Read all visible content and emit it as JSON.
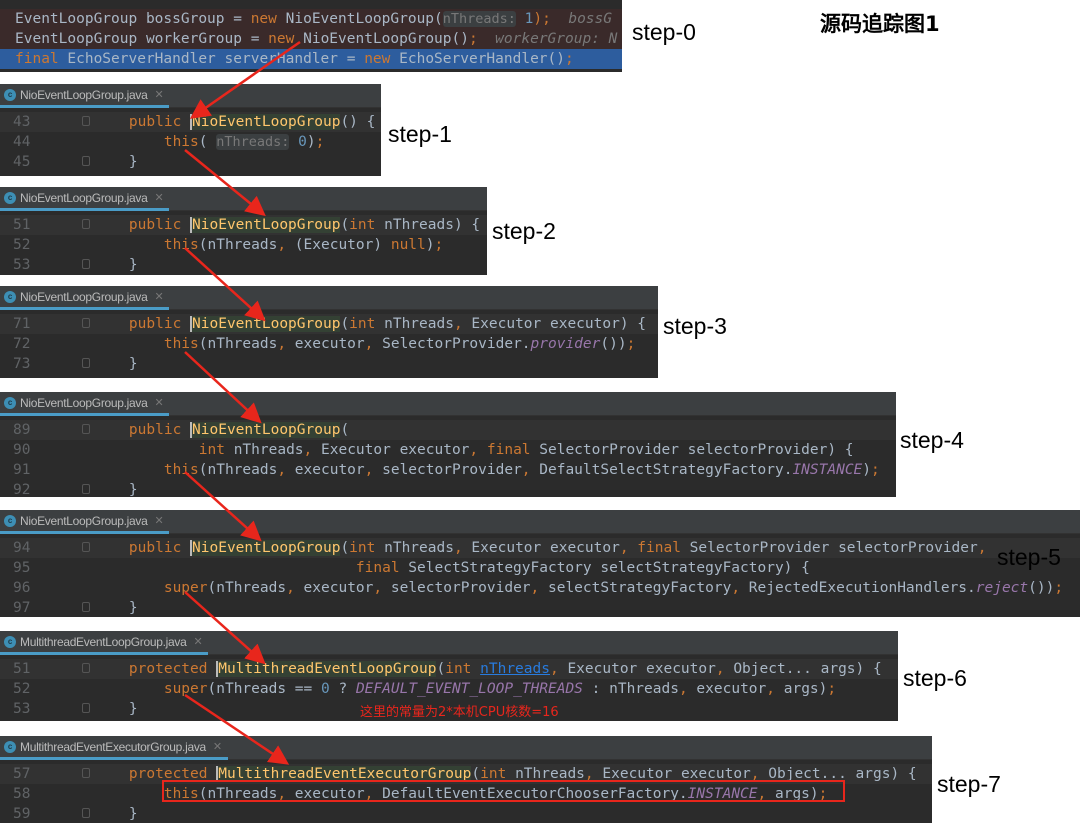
{
  "title": "源码追踪图1",
  "note": "这里的常量为2*本机CPU核数=16",
  "steps": [
    "step-0",
    "step-1",
    "step-2",
    "step-3",
    "step-4",
    "step-5",
    "step-6",
    "step-7"
  ],
  "colors": {
    "arrow": "#e8261c",
    "editor_bg": "#2b2b2b",
    "selection": "#2d5d9e"
  },
  "panels": [
    {
      "file": null,
      "lines": [
        {
          "num": "",
          "tokens": [
            [
              "id",
              "EventLoopGroup bossGroup = "
            ],
            [
              "kw",
              "new"
            ],
            [
              "id",
              " NioEventLoopGroup("
            ],
            [
              "hint",
              "nThreads:"
            ],
            [
              "num",
              " 1"
            ],
            [
              "kw",
              ");"
            ],
            [
              "inl",
              "  bossG"
            ]
          ]
        },
        {
          "num": "",
          "tokens": [
            [
              "id",
              "EventLoopGroup workerGroup = "
            ],
            [
              "kw",
              "new"
            ],
            [
              "id",
              " NioEventLoopGroup()"
            ],
            [
              "kw",
              ";"
            ],
            [
              "inl",
              "  workerGroup: N"
            ]
          ]
        },
        {
          "num": "",
          "tokens": [
            [
              "kw",
              "final"
            ],
            [
              "id",
              " EchoServerHandler serverHandler = "
            ],
            [
              "kw",
              "new"
            ],
            [
              "id",
              " EchoServerHandler()"
            ],
            [
              "kw",
              ";"
            ]
          ]
        }
      ]
    },
    {
      "file": "NioEventLoopGroup.java",
      "lines": [
        {
          "num": "43",
          "tokens": [
            [
              "id",
              "    "
            ],
            [
              "kw",
              "public "
            ],
            [
              "fn",
              "NioEventLoopGroup"
            ],
            [
              "id",
              "() {"
            ]
          ]
        },
        {
          "num": "44",
          "tokens": [
            [
              "id",
              "        "
            ],
            [
              "kw",
              "this"
            ],
            [
              "id",
              "( "
            ],
            [
              "hint",
              "nThreads:"
            ],
            [
              "num",
              " 0"
            ],
            [
              "id",
              ")"
            ],
            [
              "kw",
              ";"
            ]
          ]
        },
        {
          "num": "45",
          "tokens": [
            [
              "id",
              "    }"
            ]
          ]
        }
      ]
    },
    {
      "file": "NioEventLoopGroup.java",
      "lines": [
        {
          "num": "51",
          "tokens": [
            [
              "id",
              "    "
            ],
            [
              "kw",
              "public "
            ],
            [
              "fn",
              "NioEventLoopGroup"
            ],
            [
              "id",
              "("
            ],
            [
              "kw",
              "int"
            ],
            [
              "id",
              " nThreads) {"
            ]
          ]
        },
        {
          "num": "52",
          "tokens": [
            [
              "id",
              "        "
            ],
            [
              "kw",
              "this"
            ],
            [
              "id",
              "(nThreads"
            ],
            [
              "kw",
              ","
            ],
            [
              "id",
              " (Executor) "
            ],
            [
              "kw",
              "null"
            ],
            [
              "id",
              ")"
            ],
            [
              "kw",
              ";"
            ]
          ]
        },
        {
          "num": "53",
          "tokens": [
            [
              "id",
              "    }"
            ]
          ]
        }
      ]
    },
    {
      "file": "NioEventLoopGroup.java",
      "lines": [
        {
          "num": "71",
          "tokens": [
            [
              "id",
              "    "
            ],
            [
              "kw",
              "public "
            ],
            [
              "fn",
              "NioEventLoopGroup"
            ],
            [
              "id",
              "("
            ],
            [
              "kw",
              "int"
            ],
            [
              "id",
              " nThreads"
            ],
            [
              "kw",
              ","
            ],
            [
              "id",
              " Executor executor) {"
            ]
          ]
        },
        {
          "num": "72",
          "tokens": [
            [
              "id",
              "        "
            ],
            [
              "kw",
              "this"
            ],
            [
              "id",
              "(nThreads"
            ],
            [
              "kw",
              ","
            ],
            [
              "id",
              " executor"
            ],
            [
              "kw",
              ","
            ],
            [
              "id",
              " SelectorProvider."
            ],
            [
              "st",
              "provider"
            ],
            [
              "id",
              "())"
            ],
            [
              "kw",
              ";"
            ]
          ]
        },
        {
          "num": "73",
          "tokens": [
            [
              "id",
              "    }"
            ]
          ]
        }
      ]
    },
    {
      "file": "NioEventLoopGroup.java",
      "lines": [
        {
          "num": "89",
          "tokens": [
            [
              "id",
              "    "
            ],
            [
              "kw",
              "public "
            ],
            [
              "fn",
              "NioEventLoopGroup"
            ],
            [
              "id",
              "("
            ]
          ]
        },
        {
          "num": "90",
          "tokens": [
            [
              "id",
              "            "
            ],
            [
              "kw",
              "int"
            ],
            [
              "id",
              " nThreads"
            ],
            [
              "kw",
              ","
            ],
            [
              "id",
              " Executor executor"
            ],
            [
              "kw",
              ", final"
            ],
            [
              "id",
              " SelectorProvider selectorProvider) {"
            ]
          ]
        },
        {
          "num": "91",
          "tokens": [
            [
              "id",
              "        "
            ],
            [
              "kw",
              "this"
            ],
            [
              "id",
              "(nThreads"
            ],
            [
              "kw",
              ","
            ],
            [
              "id",
              " executor"
            ],
            [
              "kw",
              ","
            ],
            [
              "id",
              " selectorProvider"
            ],
            [
              "kw",
              ","
            ],
            [
              "id",
              " DefaultSelectStrategyFactory."
            ],
            [
              "st",
              "INSTANCE"
            ],
            [
              "id",
              ")"
            ],
            [
              "kw",
              ";"
            ]
          ]
        },
        {
          "num": "92",
          "tokens": [
            [
              "id",
              "    }"
            ]
          ]
        }
      ]
    },
    {
      "file": "NioEventLoopGroup.java",
      "lines": [
        {
          "num": "94",
          "tokens": [
            [
              "id",
              "    "
            ],
            [
              "kw",
              "public "
            ],
            [
              "fn",
              "NioEventLoopGroup"
            ],
            [
              "id",
              "("
            ],
            [
              "kw",
              "int"
            ],
            [
              "id",
              " nThreads"
            ],
            [
              "kw",
              ","
            ],
            [
              "id",
              " Executor executor"
            ],
            [
              "kw",
              ", final"
            ],
            [
              "id",
              " SelectorProvider selectorProvider"
            ],
            [
              "kw",
              ","
            ]
          ]
        },
        {
          "num": "95",
          "tokens": [
            [
              "id",
              "                              "
            ],
            [
              "kw",
              "final"
            ],
            [
              "id",
              " SelectStrategyFactory selectStrategyFactory) {"
            ]
          ]
        },
        {
          "num": "96",
          "tokens": [
            [
              "id",
              "        "
            ],
            [
              "kw",
              "super"
            ],
            [
              "id",
              "(nThreads"
            ],
            [
              "kw",
              ","
            ],
            [
              "id",
              " executor"
            ],
            [
              "kw",
              ","
            ],
            [
              "id",
              " selectorProvider"
            ],
            [
              "kw",
              ","
            ],
            [
              "id",
              " selectStrategyFactory"
            ],
            [
              "kw",
              ","
            ],
            [
              "id",
              " RejectedExecutionHandlers."
            ],
            [
              "st",
              "reject"
            ],
            [
              "id",
              "())"
            ],
            [
              "kw",
              ";"
            ]
          ]
        },
        {
          "num": "97",
          "tokens": [
            [
              "id",
              "    }"
            ]
          ]
        }
      ]
    },
    {
      "file": "MultithreadEventLoopGroup.java",
      "lines": [
        {
          "num": "51",
          "tokens": [
            [
              "id",
              "    "
            ],
            [
              "kw",
              "protected "
            ],
            [
              "fn",
              "MultithreadEventLoopGroup"
            ],
            [
              "id",
              "("
            ],
            [
              "kw",
              "int "
            ],
            [
              "link",
              "nThreads"
            ],
            [
              "kw",
              ","
            ],
            [
              "id",
              " Executor executor"
            ],
            [
              "kw",
              ","
            ],
            [
              "id",
              " Object... args) {"
            ]
          ]
        },
        {
          "num": "52",
          "tokens": [
            [
              "id",
              "        "
            ],
            [
              "kw",
              "super"
            ],
            [
              "id",
              "(nThreads == "
            ],
            [
              "num",
              "0"
            ],
            [
              "id",
              " ? "
            ],
            [
              "st",
              "DEFAULT_EVENT_LOOP_THREADS"
            ],
            [
              "id",
              " : nThreads"
            ],
            [
              "kw",
              ","
            ],
            [
              "id",
              " executor"
            ],
            [
              "kw",
              ","
            ],
            [
              "id",
              " args)"
            ],
            [
              "kw",
              ";"
            ]
          ]
        },
        {
          "num": "53",
          "tokens": [
            [
              "id",
              "    }"
            ]
          ]
        }
      ]
    },
    {
      "file": "MultithreadEventExecutorGroup.java",
      "lines": [
        {
          "num": "57",
          "tokens": [
            [
              "id",
              "    "
            ],
            [
              "kw",
              "protected "
            ],
            [
              "fn",
              "MultithreadEventExecutorGroup"
            ],
            [
              "id",
              "("
            ],
            [
              "kw",
              "int"
            ],
            [
              "id",
              " nThreads"
            ],
            [
              "kw",
              ","
            ],
            [
              "id",
              " Executor executor"
            ],
            [
              "kw",
              ","
            ],
            [
              "id",
              " Object... args) {"
            ]
          ]
        },
        {
          "num": "58",
          "tokens": [
            [
              "id",
              "        "
            ],
            [
              "kw",
              "this"
            ],
            [
              "id",
              "(nThreads"
            ],
            [
              "kw",
              ","
            ],
            [
              "id",
              " executor"
            ],
            [
              "kw",
              ","
            ],
            [
              "id",
              " DefaultEventExecutorChooserFactory."
            ],
            [
              "st",
              "INSTANCE"
            ],
            [
              "kw",
              ","
            ],
            [
              "id",
              " args)"
            ],
            [
              "kw",
              ";"
            ]
          ]
        },
        {
          "num": "59",
          "tokens": [
            [
              "id",
              "    }"
            ]
          ]
        }
      ]
    }
  ]
}
